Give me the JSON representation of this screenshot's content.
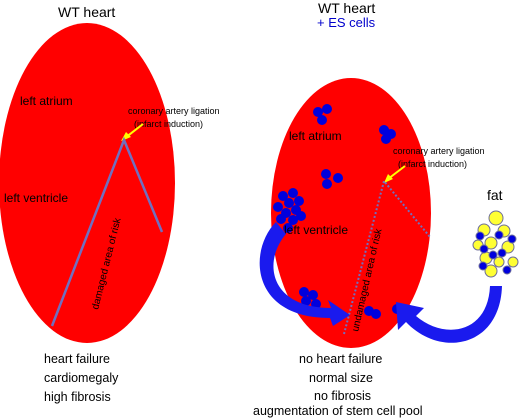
{
  "left_panel": {
    "title": "WT heart",
    "atrium_label": "left atrium",
    "ventricle_label": "left ventricle",
    "ligation_label_1": "coronary artery ligation",
    "ligation_label_2": "(infarct induction)",
    "risk_label": "damaged area of risk",
    "outcomes": [
      "heart failure",
      "cardiomegaly",
      "high fibrosis"
    ]
  },
  "right_panel": {
    "title": "WT heart",
    "subtitle": "+ ES cells",
    "atrium_label": "left atrium",
    "ventricle_label": "left ventricle",
    "ligation_label_1": "coronary artery ligation",
    "ligation_label_2": "(infarct induction)",
    "risk_label": "undamaged area of risk",
    "fat_label": "fat",
    "outcomes": [
      "no heart failure",
      "normal size",
      "no fibrosis",
      "augmentation of stem cell pool"
    ]
  },
  "colors": {
    "heart": "#ff0000",
    "es_cell": "#0000dd",
    "fat_cell": "#ffff33",
    "arrow": "#1a1aee",
    "ligation_arrow": "#ffff00",
    "infarct_line": "#7070c0"
  }
}
